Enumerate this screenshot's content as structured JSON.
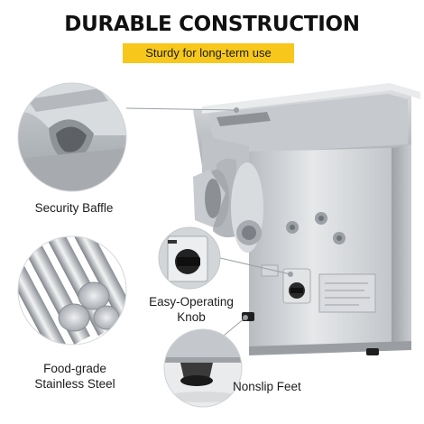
{
  "title": "DURABLE CONSTRUCTION",
  "subtitle": "Sturdy for long-term use",
  "callouts": {
    "baffle": "Security Baffle",
    "knob_line1": "Easy-Operating",
    "knob_line2": "Knob",
    "steel_line1": "Food-grade",
    "steel_line2": "Stainless Steel",
    "feet": "Nonslip Feet"
  },
  "colors": {
    "accent": "#f7c81b",
    "steel": "#c9ccd0",
    "text": "#111111"
  }
}
